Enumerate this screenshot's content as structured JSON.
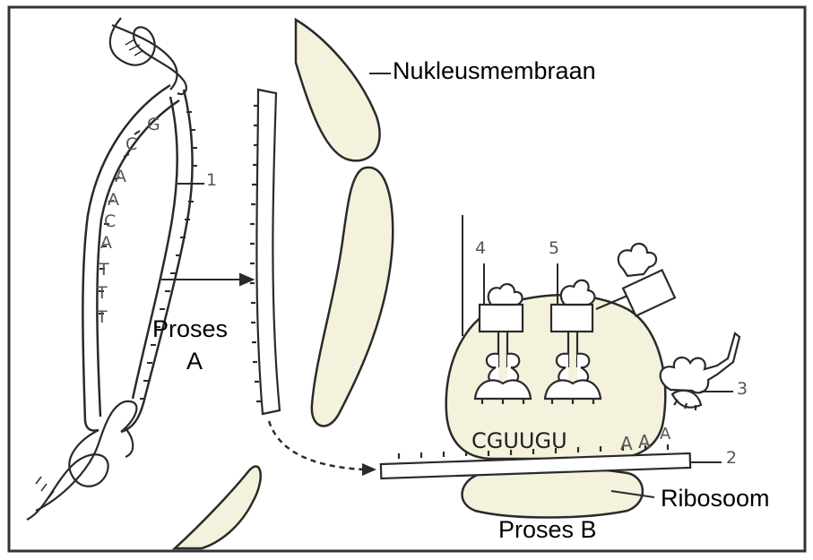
{
  "labels": {
    "membrane": "Nukleusmembraan",
    "process_a_line1": "Proses",
    "process_a_line2": "A",
    "process_b": "Proses B",
    "ribosome": "Ribosoom",
    "num1": "1",
    "num2": "2",
    "num3": "3",
    "num4": "4",
    "num5": "5"
  },
  "dna_template_bases": [
    "G",
    "C",
    "A",
    "A",
    "C",
    "A",
    "T",
    "T",
    "T"
  ],
  "mrna_codons": "CGUUGU",
  "poly_a": [
    "A",
    "A",
    "A"
  ],
  "colors": {
    "background": "#ffffff",
    "outline": "#2a2a2a",
    "fill_cream": "#f4f1dc",
    "frame": "#333333"
  }
}
